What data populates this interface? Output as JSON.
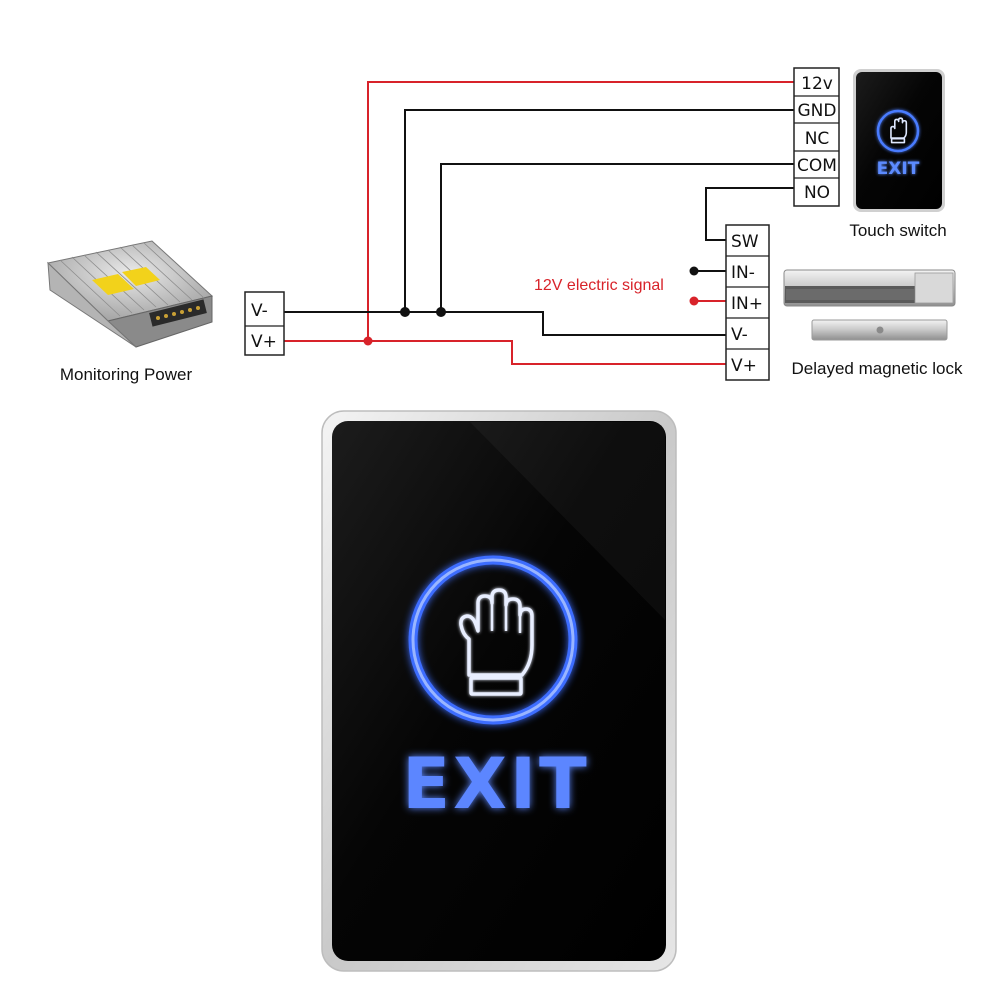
{
  "colors": {
    "wire_red": "#d8232a",
    "wire_black": "#111111",
    "exit_blue": "#4a7cff",
    "panel_black": "#050505",
    "frame_silver": "#d6d6d6"
  },
  "icons": {
    "power_supply": "power-supply-icon",
    "touch_switch": "touch-switch-icon",
    "magnetic_lock": "magnetic-lock-icon",
    "hand": "hand-icon"
  },
  "power_supply": {
    "label": "Monitoring Power",
    "terminals": [
      "V-",
      "V+"
    ]
  },
  "touch_switch": {
    "label": "Touch switch",
    "exit_text": "EXIT",
    "terminals": [
      "12v",
      "GND",
      "NC",
      "COM",
      "NO"
    ]
  },
  "lock": {
    "label": "Delayed magnetic lock",
    "terminals": [
      "SW",
      "IN-",
      "IN+",
      "V-",
      "V+"
    ]
  },
  "signal_label": "12V electric signal",
  "large_button": {
    "exit_text": "EXIT"
  }
}
